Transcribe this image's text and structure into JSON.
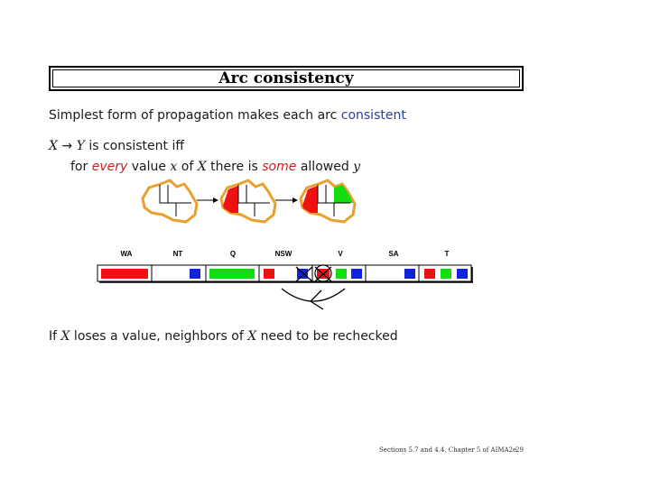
{
  "slide": {
    "title": "Arc consistency",
    "line1_a": "Simplest form of propagation makes each arc ",
    "line1_b": "consistent",
    "line2_x": "X",
    "line2_arrow": "→",
    "line2_y": "Y",
    "line2_rest": "is consistent iff",
    "line3_for": "for ",
    "line3_every": "every",
    "line3_value": " value ",
    "line3_xlow": "x",
    "line3_of": " of ",
    "line3_X": "X",
    "line3_there": " there is ",
    "line3_some": "some",
    "line3_allowed": " allowed ",
    "line3_y": "y",
    "line4_if": "If ",
    "line4_X": "X",
    "line4_mid": " loses a value, neighbors of ",
    "line4_X2": "X",
    "line4_end": " need to be rechecked",
    "footer": "Sections 5.7 and 4.4, Chapter 5 of AIMA2e",
    "page": "29"
  },
  "domains": {
    "headers": [
      "WA",
      "NT",
      "Q",
      "NSW",
      "V",
      "SA",
      "T"
    ]
  },
  "colors": {
    "red": "#ee1111",
    "green": "#11dd11",
    "blue": "#1122dd",
    "map_outline": "#e8a030",
    "link_blue": "#2a3f9a",
    "emph_red": "#c0261e"
  }
}
